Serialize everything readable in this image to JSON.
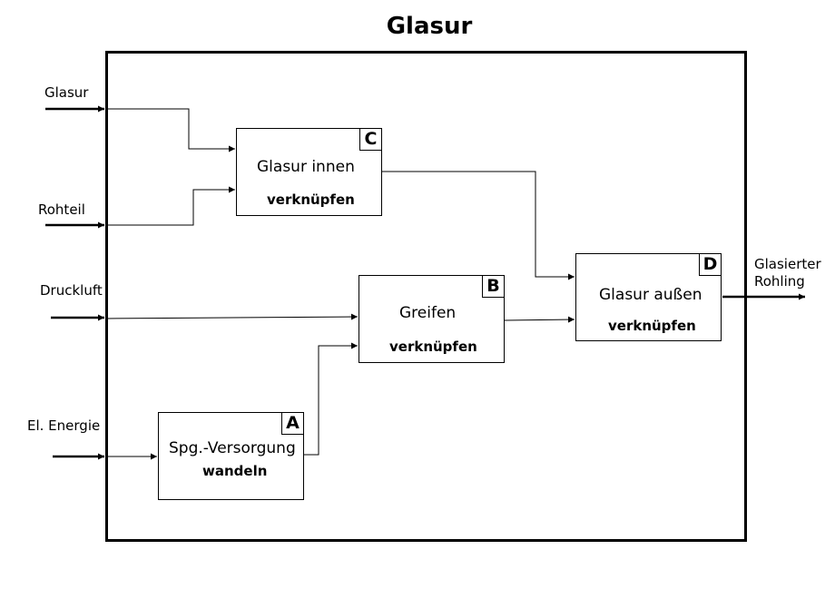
{
  "title": "Glasur",
  "inputs": {
    "glasur": "Glasur",
    "rohteil": "Rohteil",
    "druckluft": "Druckluft",
    "energie": "El. Energie"
  },
  "output": {
    "line1": "Glasierter",
    "line2": "Rohling"
  },
  "blocks": {
    "a": {
      "letter": "A",
      "name": "Spg.-Versorgung",
      "verb": "wandeln"
    },
    "b": {
      "letter": "B",
      "name": "Greifen",
      "verb": "verknüpfen"
    },
    "c": {
      "letter": "C",
      "name": "Glasur innen",
      "verb": "verknüpfen"
    },
    "d": {
      "letter": "D",
      "name": "Glasur außen",
      "verb": "verknüpfen"
    }
  }
}
